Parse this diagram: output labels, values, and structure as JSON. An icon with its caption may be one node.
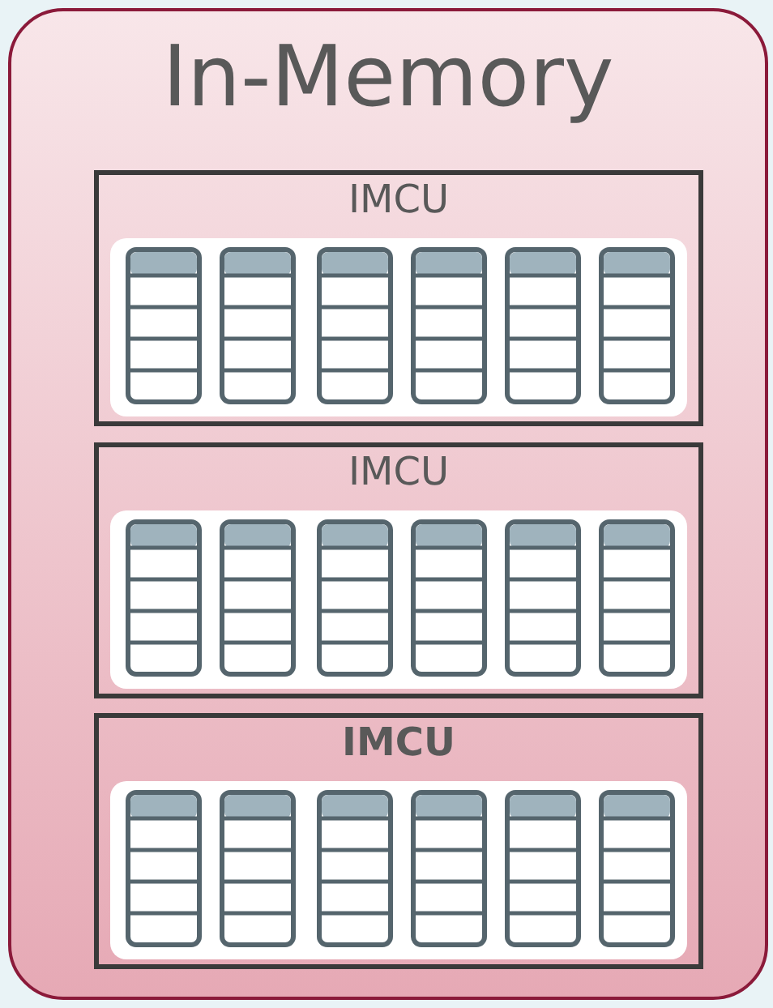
{
  "diagram": {
    "nodes": [
      {
        "text": [
          "In-Memory"
        ]
      },
      {
        "text": [
          "IMCU"
        ],
        "in": 0
      },
      {
        "text": [
          "IMCU"
        ],
        "in": 0
      },
      {
        "text": [
          "IMCU"
        ],
        "in": 0
      }
    ]
  }
}
